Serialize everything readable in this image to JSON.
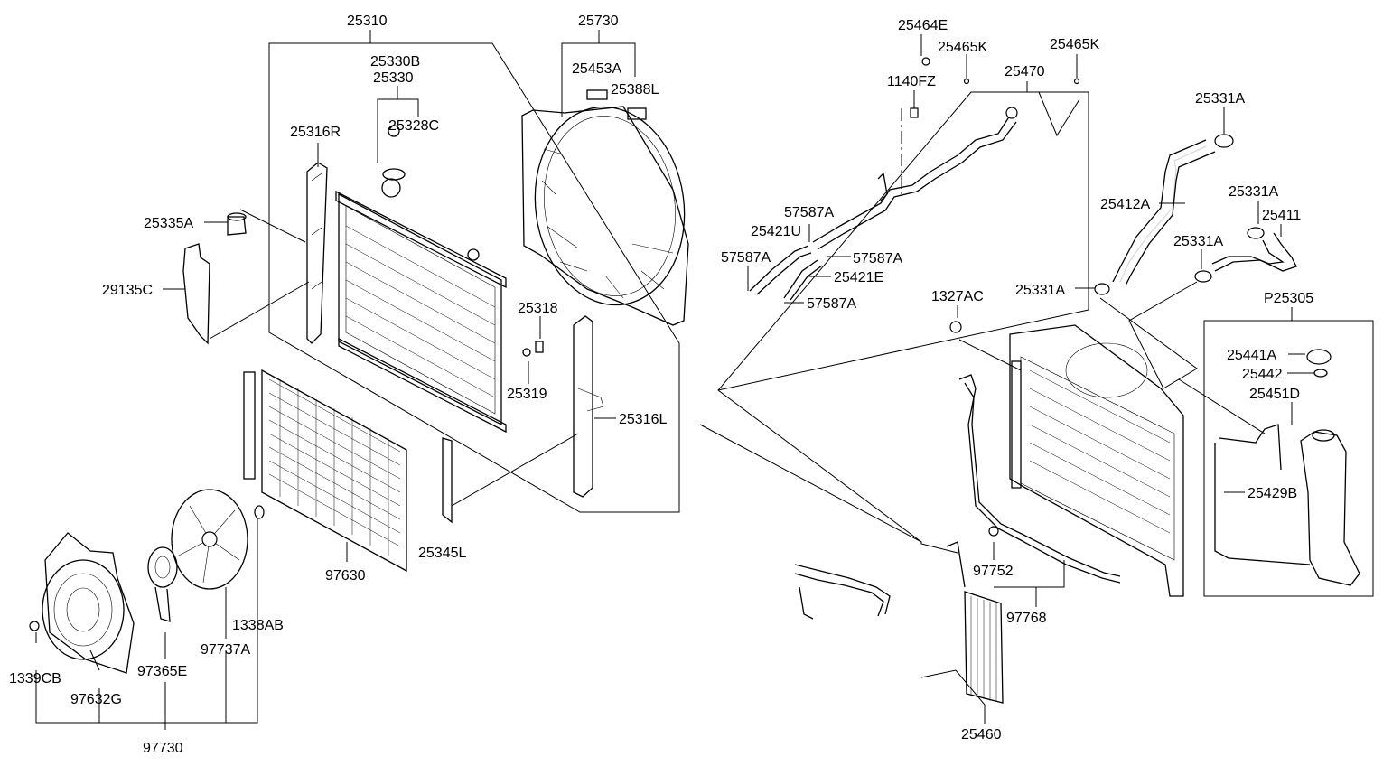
{
  "labels": {
    "p25310": "25310",
    "p25730": "25730",
    "p25464E": "25464E",
    "p25465K_a": "25465K",
    "p25465K_b": "25465K",
    "p25470": "25470",
    "p25330B": "25330B",
    "p25330": "25330",
    "p25453A": "25453A",
    "p25388L": "25388L",
    "p1140FZ": "1140FZ",
    "p25328C": "25328C",
    "p25316R": "25316R",
    "p25331A_top": "25331A",
    "p25335A": "25335A",
    "p29135C": "29135C",
    "p25412A": "25412A",
    "p25331A_mid": "25331A",
    "p25411": "25411",
    "p57587A_1": "57587A",
    "p25421U": "25421U",
    "p57587A_2": "57587A",
    "p57587A_3": "57587A",
    "p25421E": "25421E",
    "p57587A_4": "57587A",
    "p25331A_r": "25331A",
    "p25331A_l": "25331A",
    "p1327AC": "1327AC",
    "pP25305": "P25305",
    "p25318": "25318",
    "p25319": "25319",
    "p25316L": "25316L",
    "p25441A": "25441A",
    "p25442": "25442",
    "p25451D": "25451D",
    "p25429B": "25429B",
    "p25345L": "25345L",
    "p97630": "97630",
    "p97752": "97752",
    "p97768": "97768",
    "p1338AB": "1338AB",
    "p97737A": "97737A",
    "p1339CB": "1339CB",
    "p97365E": "97365E",
    "p97632G": "97632G",
    "p97730": "97730",
    "p25460": "25460"
  }
}
